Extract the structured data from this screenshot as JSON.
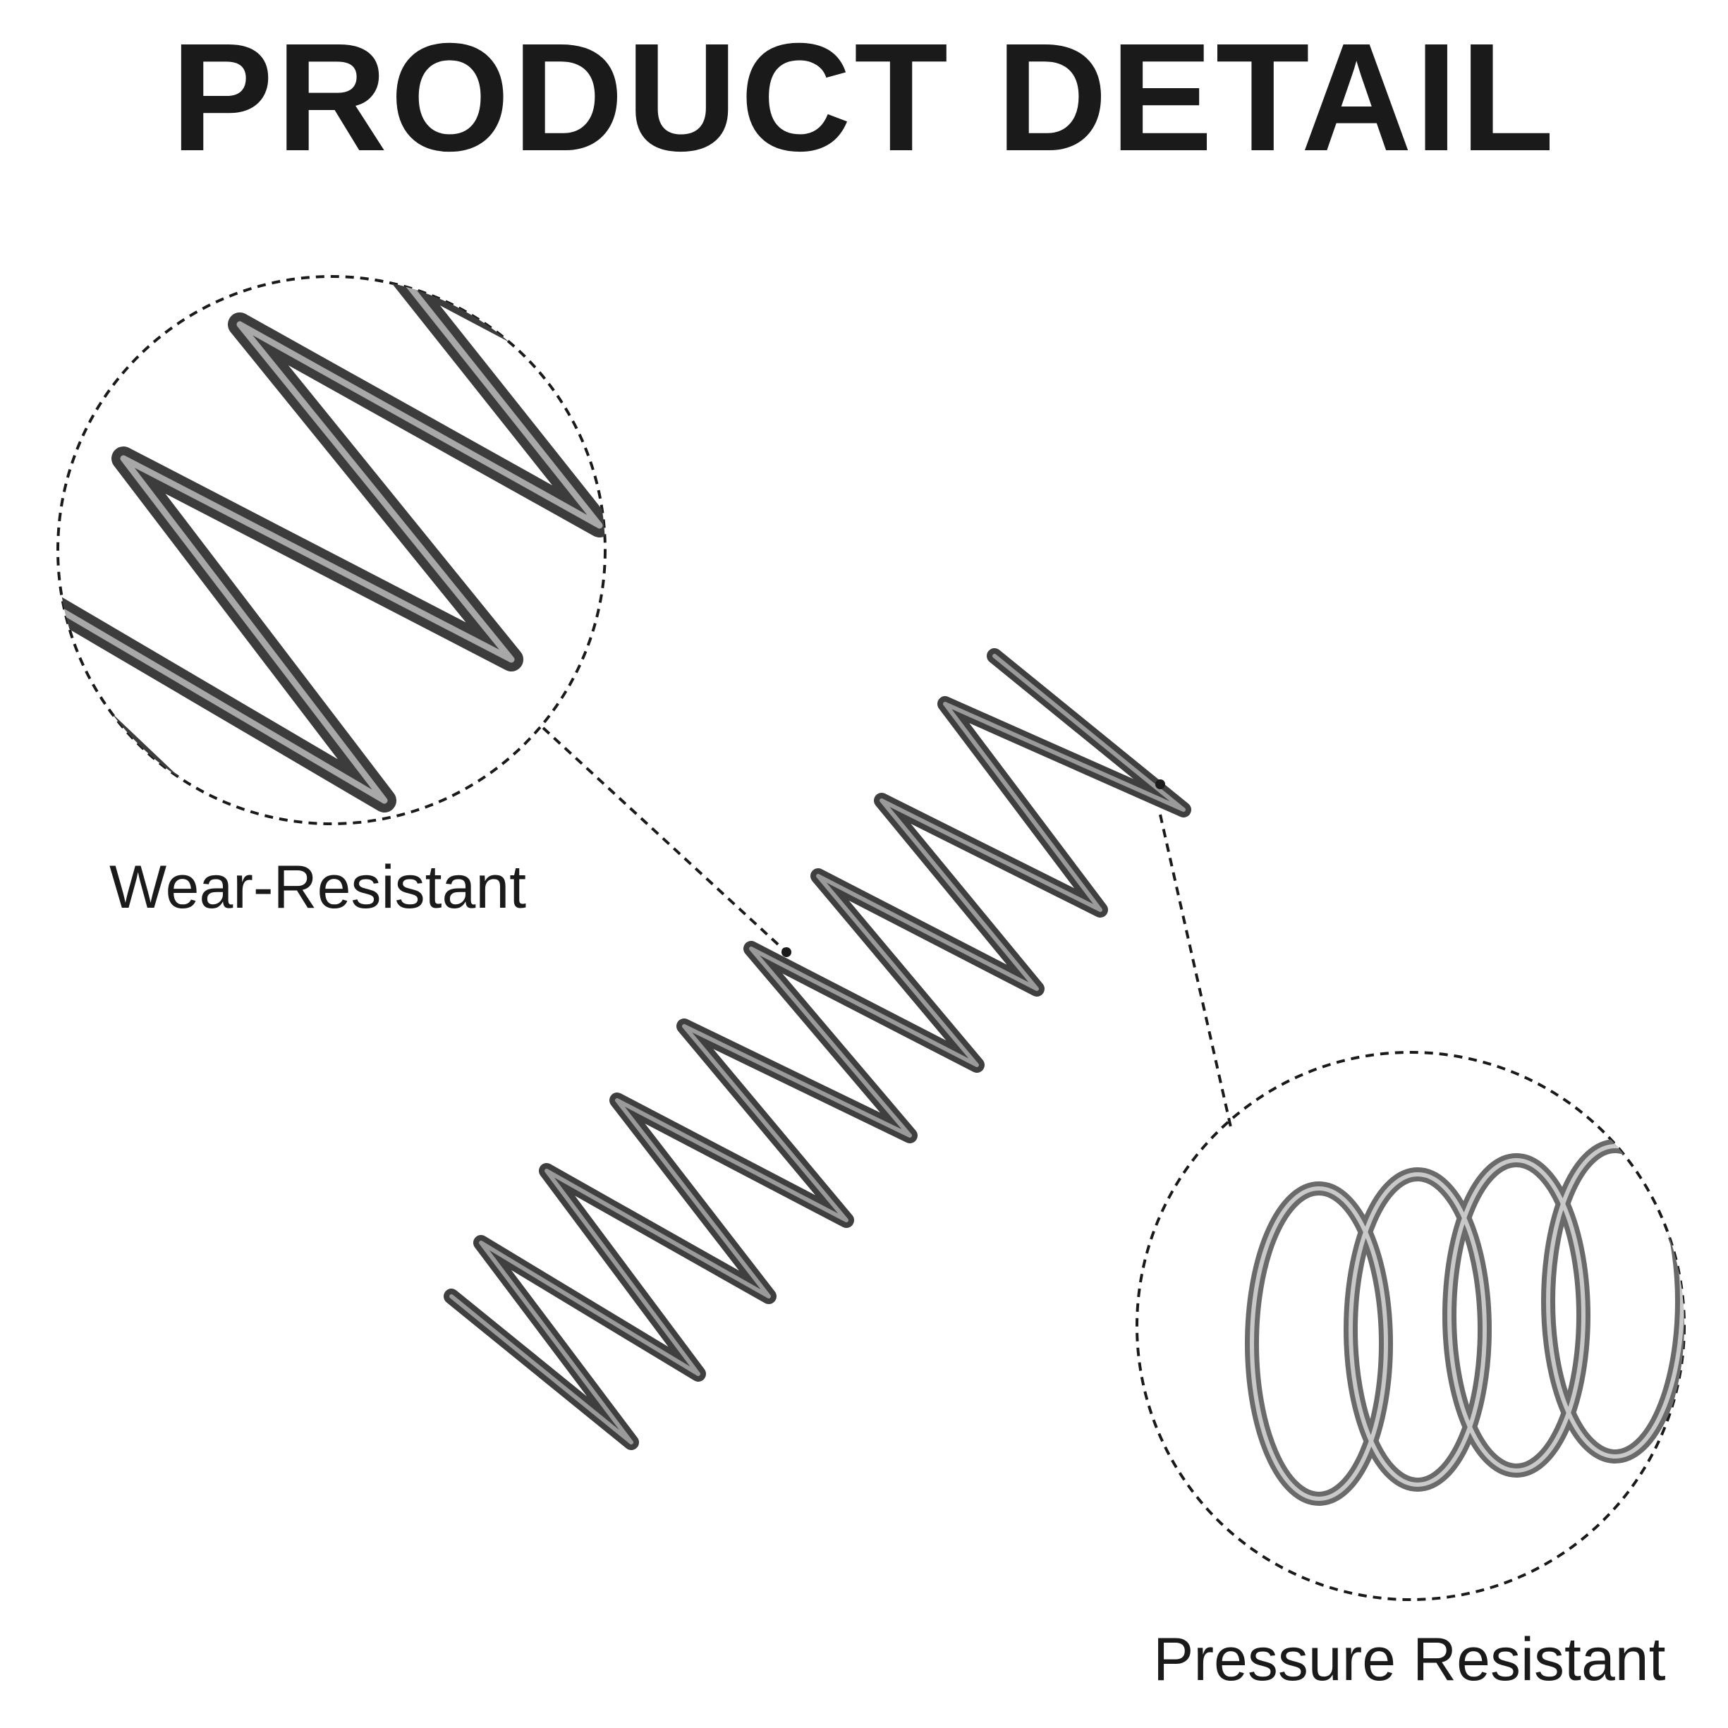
{
  "header": {
    "title": "PRODUCT DETAIL"
  },
  "callouts": [
    {
      "label": "Wear-Resistant"
    },
    {
      "label": "Pressure Resistant"
    }
  ],
  "colors": {
    "wire": "#4a4a4a",
    "wire_highlight": "#d8d8d8",
    "text": "#1a1a1a",
    "background": "#ffffff"
  },
  "product": {
    "name": "compression spring"
  }
}
